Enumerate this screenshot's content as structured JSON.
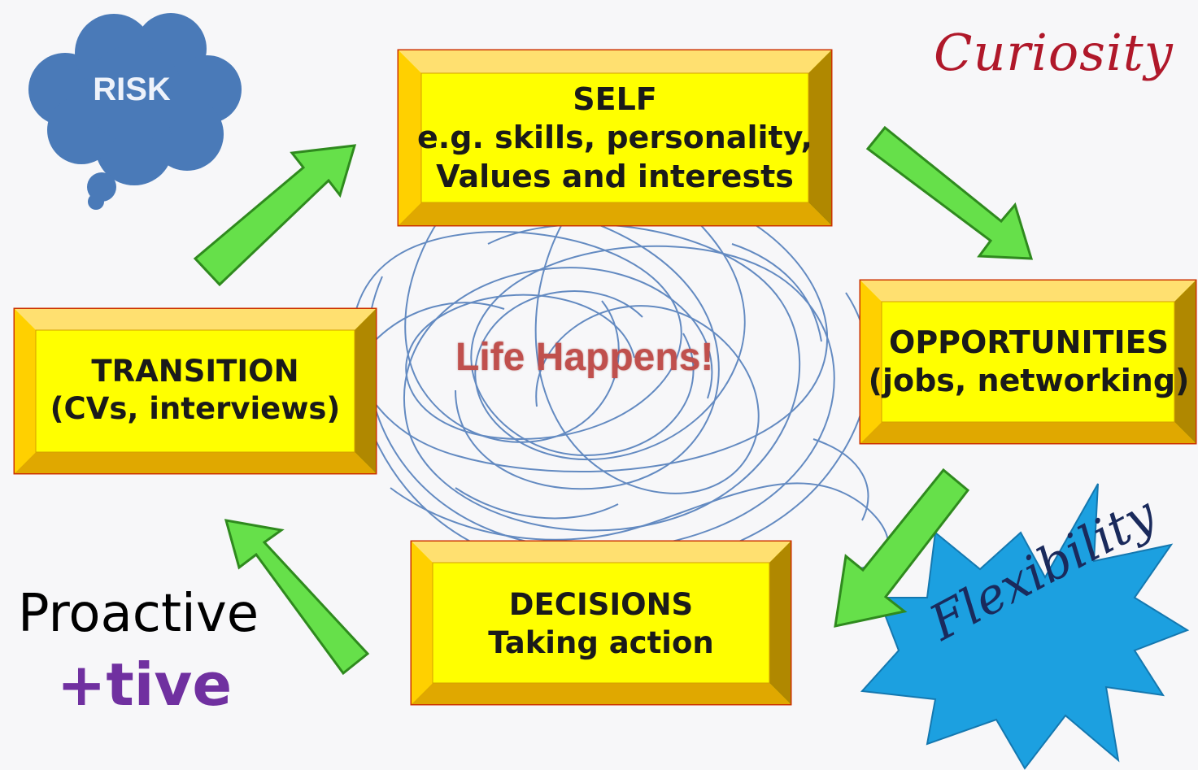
{
  "diagram": {
    "center_label": "Life Happens!",
    "boxes": {
      "self": {
        "lines": [
          "SELF",
          "e.g. skills, personality,",
          "Values and interests"
        ]
      },
      "opportunities": {
        "lines": [
          "OPPORTUNITIES",
          "(jobs, networking)"
        ]
      },
      "decisions": {
        "lines": [
          "DECISIONS",
          "Taking action"
        ]
      },
      "transition": {
        "lines": [
          "TRANSITION",
          "(CVs, interviews)"
        ]
      }
    },
    "callouts": {
      "risk": "RISK",
      "curiosity": "Curiosity",
      "proactive": "Proactive",
      "positive": "+tive",
      "flexibility": "Flexibility"
    },
    "colors": {
      "box_fill": "#ffff00",
      "box_bevel": "#e8b800",
      "box_border": "#cc3300",
      "arrow_fill": "#66e04a",
      "arrow_stroke": "#2f8a1e",
      "scribble": "#4a78b8",
      "life_text": "#c0504d",
      "cloud": "#4a7ab8",
      "starburst": "#1ca0e0",
      "curiosity_text": "#b0182a",
      "positive_text": "#7030a0"
    }
  }
}
